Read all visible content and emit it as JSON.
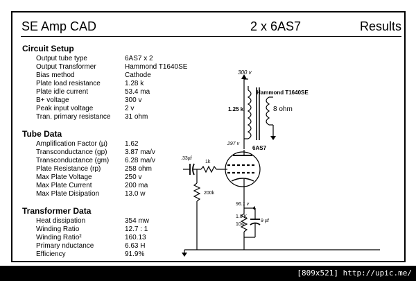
{
  "header": {
    "app_title": "SE Amp CAD",
    "config": "2 x 6AS7",
    "page": "Results"
  },
  "circuit_setup": {
    "title": "Circuit Setup",
    "rows": [
      {
        "label": "Output tube type",
        "value": "6AS7 x 2"
      },
      {
        "label": "Output Transformer",
        "value": "Hammond T1640SE"
      },
      {
        "label": "Bias method",
        "value": "Cathode"
      },
      {
        "label": "Plate load resistance",
        "value": "1.28 k"
      },
      {
        "label": "Plate idle current",
        "value": "53.4 ma"
      },
      {
        "label": "B+ voltage",
        "value": "300 v"
      },
      {
        "label": "Peak input voltage",
        "value": "2 v"
      },
      {
        "label": "Tran. primary resistance",
        "value": "31 ohm"
      }
    ]
  },
  "tube_data": {
    "title": "Tube Data",
    "rows": [
      {
        "label": "Amplification Factor (µ)",
        "value": "1.62"
      },
      {
        "label": "Transconductance (gp)",
        "value": "3.87 ma/v"
      },
      {
        "label": "Transconductance (gm)",
        "value": "6.28 ma/v"
      },
      {
        "label": "Plate Resistance (rp)",
        "value": "258 ohm"
      },
      {
        "label": "Max Plate Voltage",
        "value": "250 v"
      },
      {
        "label": "Max Plate Current",
        "value": "200 ma"
      },
      {
        "label": "Max Plate Disipation",
        "value": "13.0 w"
      }
    ]
  },
  "transformer_data": {
    "title": "Transformer Data",
    "rows": [
      {
        "label": "Heat dissipation",
        "value": "354 mw"
      },
      {
        "label": "Winding Ratio",
        "value": "12.7 : 1"
      },
      {
        "label": "Winding Ratio²",
        "value": "160.13"
      },
      {
        "label": "Primary nductance",
        "value": "6.63 H"
      },
      {
        "label": "Efficiency",
        "value": "91.9%"
      }
    ]
  },
  "schematic": {
    "bplus": "300 v",
    "transformer_name": "Hammond T1640SE",
    "load_res": "1.25 k",
    "speaker": "8 ohm",
    "plate_v": "297 v",
    "tube": "6AS7",
    "input_cap": ".33µf",
    "grid_res": "1k",
    "grid_leak": "200k",
    "cathode_v": "96.1 v",
    "cathode_res": "1.8 K",
    "cathode_watts": "10w",
    "bypass_cap": "9 µf"
  },
  "footer": {
    "text": "[809x521] http://upic.me/"
  }
}
